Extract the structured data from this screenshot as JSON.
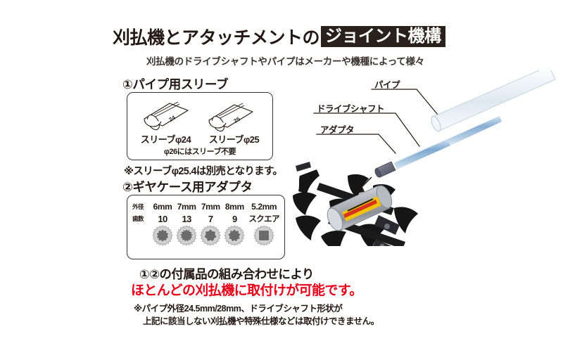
{
  "header": {
    "title_plain": "刈払機とアタッチメントの",
    "title_banner": "ジョイント機構",
    "subtitle": "刈払機のドライブシャフトやパイプはメーカーや機種によって様々",
    "banner_bg": "#2b211c",
    "banner_fg": "#ffffff"
  },
  "section1": {
    "heading": "①パイプ用スリーブ",
    "sleeves": [
      {
        "label": "スリーブφ24",
        "mark": "24"
      },
      {
        "label": "スリーブφ25",
        "mark": "25"
      }
    ],
    "inner_note": "φ26にはスリーブ不要",
    "outer_note": "※スリーブφ25.4は別売となります。"
  },
  "section2": {
    "heading": "②ギヤケース用アダプタ",
    "row_labels": {
      "outer_diameter": "外径",
      "teeth": "歯数"
    },
    "columns": [
      {
        "outer_diameter": "6mm",
        "teeth": "10",
        "icon": "splined-socket-icon",
        "teeth_count": 10,
        "square": false
      },
      {
        "outer_diameter": "7mm",
        "teeth": "13",
        "icon": "splined-socket-icon",
        "teeth_count": 13,
        "square": false
      },
      {
        "outer_diameter": "7mm",
        "teeth": "7",
        "icon": "splined-socket-icon",
        "teeth_count": 7,
        "square": false
      },
      {
        "outer_diameter": "8mm",
        "teeth": "9",
        "icon": "splined-socket-icon",
        "teeth_count": 9,
        "square": false
      },
      {
        "outer_diameter": "5.2mm",
        "teeth": "スクエア",
        "icon": "square-socket-icon",
        "teeth_count": 0,
        "square": true
      }
    ]
  },
  "promo": {
    "line1": "①②の付属品の組み合わせにより",
    "line2": "ほとんどの刈払機に取付けが可能です。",
    "line2_color": "#e60019",
    "disclaimer_line1": "※パイプ外径24.5mm/28mm、ドライブシャフト形状が",
    "disclaimer_line2": "上記に該当しない刈払機や特殊仕様などは取付けできません。"
  },
  "photo": {
    "callouts": [
      {
        "label": "パイプ"
      },
      {
        "label": "ドライブシャフト"
      },
      {
        "label": "アダプタ"
      }
    ]
  }
}
